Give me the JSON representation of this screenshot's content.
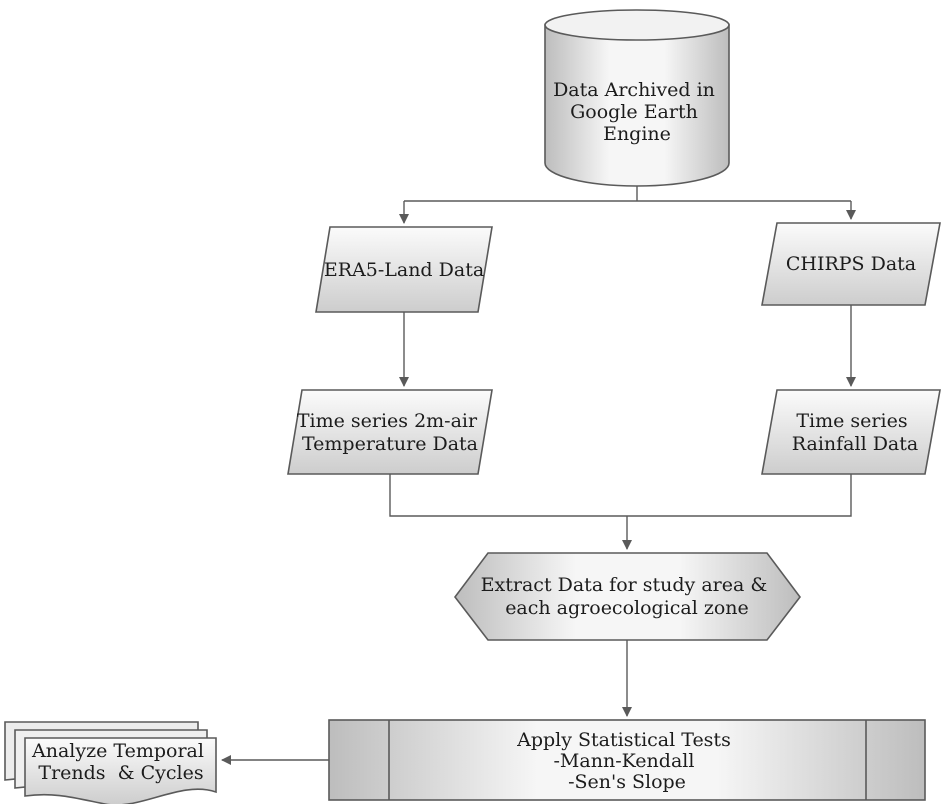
{
  "nodes": {
    "gee": {
      "lines": [
        "Data Archived in",
        "Google Earth",
        "Engine"
      ]
    },
    "era5": {
      "lines": [
        "ERA5-Land Data"
      ]
    },
    "chirps": {
      "lines": [
        "CHIRPS Data"
      ]
    },
    "temp_series": {
      "lines": [
        "Time series 2m-air",
        "Temperature Data"
      ]
    },
    "rain_series": {
      "lines": [
        "Time series",
        "Rainfall Data"
      ]
    },
    "extract": {
      "lines": [
        "Extract Data for study area &",
        "each agroecological zone"
      ]
    },
    "stats": {
      "lines": [
        "Apply Statistical Tests",
        "-Mann-Kendall",
        "-Sen's Slope"
      ]
    },
    "analyze": {
      "lines": [
        "Analyze Temporal",
        "Trends  & Cycles"
      ]
    }
  }
}
